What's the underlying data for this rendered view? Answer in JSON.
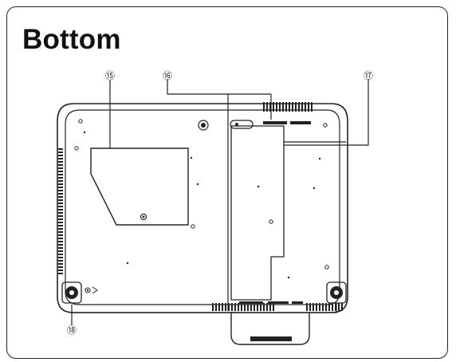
{
  "section": {
    "title": "Bottom"
  },
  "callouts": [
    {
      "id": "c15",
      "label": "⑮"
    },
    {
      "id": "c16",
      "label": "⑯"
    },
    {
      "id": "c17",
      "label": "⑰"
    },
    {
      "id": "c18",
      "label": "⑱"
    }
  ],
  "colors": {
    "stroke": "#222222",
    "fill_dark": "#111111",
    "background": "#ffffff"
  }
}
